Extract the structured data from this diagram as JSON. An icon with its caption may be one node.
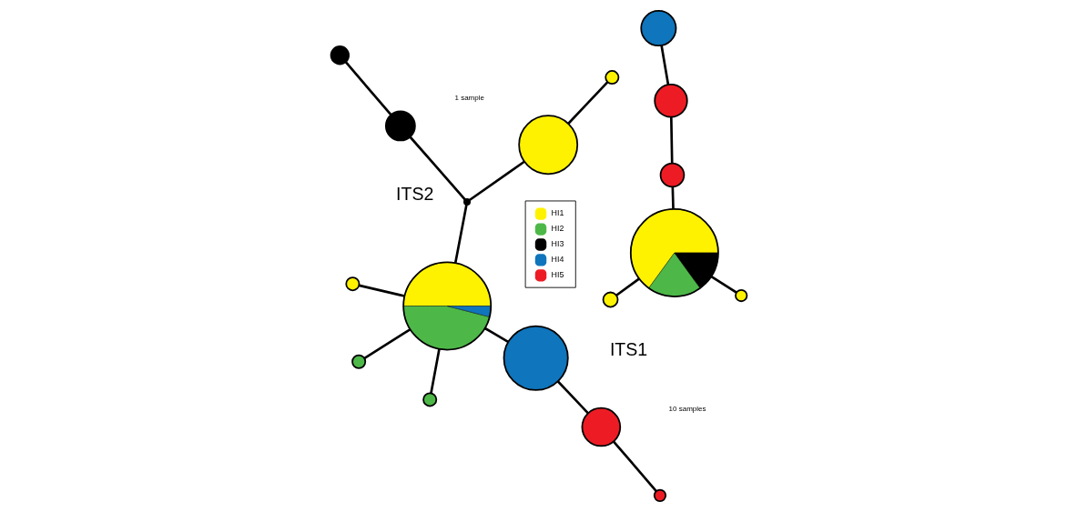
{
  "diagram": {
    "nodes": [
      {
        "text": [],
        "shape": "circle"
      },
      {
        "text": [],
        "shape": "circle"
      },
      {
        "text": [],
        "shape": "circle"
      },
      {
        "text": [],
        "shape": "circle"
      },
      {
        "text": [],
        "shape": "circle"
      },
      {
        "text": [],
        "shape": "circle"
      },
      {
        "text": [],
        "shape": "circle"
      },
      {
        "text": [],
        "shape": "circle"
      },
      {
        "text": [],
        "shape": "circle"
      },
      {
        "text": [],
        "shape": "circle"
      },
      {
        "text": [],
        "shape": "circle"
      },
      {
        "text": [],
        "shape": "circle"
      },
      {
        "text": [],
        "shape": "circle"
      },
      {
        "text": [],
        "shape": "circle"
      },
      {
        "text": [],
        "shape": "circle"
      },
      {
        "text": [],
        "shape": "circle"
      },
      {
        "text": [],
        "shape": "circle"
      },
      {
        "text": [],
        "shape": "circle"
      }
    ],
    "edges": [
      {
        "from": 0,
        "to": 1,
        "arrow": "none"
      },
      {
        "from": 1,
        "to": 4,
        "arrow": "none"
      },
      {
        "from": 4,
        "to": 2,
        "arrow": "none"
      },
      {
        "from": 2,
        "to": 3,
        "arrow": "none"
      },
      {
        "from": 4,
        "to": 6,
        "arrow": "none"
      },
      {
        "from": 5,
        "to": 6,
        "arrow": "none"
      },
      {
        "from": 6,
        "to": 7,
        "arrow": "none"
      },
      {
        "from": 7,
        "to": 8,
        "arrow": "none"
      },
      {
        "from": 8,
        "to": 9,
        "arrow": "none"
      },
      {
        "from": 6,
        "to": 10,
        "arrow": "none"
      },
      {
        "from": 6,
        "to": 11,
        "arrow": "none"
      },
      {
        "from": 12,
        "to": 14,
        "arrow": "none"
      },
      {
        "from": 13,
        "to": 14,
        "arrow": "none"
      },
      {
        "from": 14,
        "to": 15,
        "arrow": "none"
      },
      {
        "from": 15,
        "to": 16,
        "arrow": "none"
      },
      {
        "from": 16,
        "to": 17,
        "arrow": "none"
      }
    ],
    "labels": [
      "ITS1",
      "ITS2",
      "10 samples",
      "1 sample"
    ],
    "legend": [
      {
        "text": "HI1",
        "color": "#fff200"
      },
      {
        "text": "HI2",
        "color": "#4db848"
      },
      {
        "text": "HI3",
        "color": "#000000"
      },
      {
        "text": "HI4",
        "color": "#0f75bc"
      },
      {
        "text": "HI5",
        "color": "#ed1c24"
      }
    ]
  }
}
